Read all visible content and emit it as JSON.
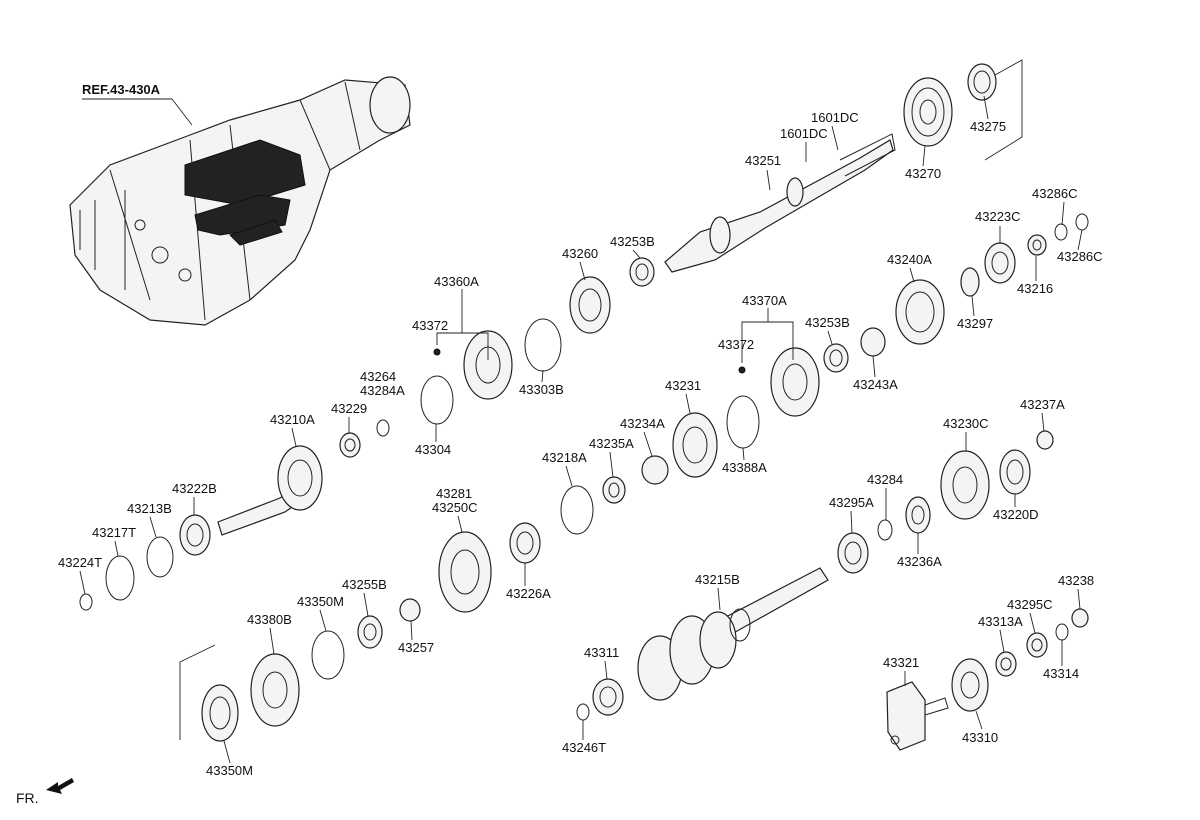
{
  "diagram": {
    "ref_label": "REF.43-430A",
    "direction_label": "FR.",
    "part_labels": [
      {
        "id": "p1",
        "text": "43275"
      },
      {
        "id": "p2",
        "text": "1601DC"
      },
      {
        "id": "p3",
        "text": "1601DC"
      },
      {
        "id": "p4",
        "text": "43251"
      },
      {
        "id": "p5",
        "text": "43270"
      },
      {
        "id": "p6",
        "text": "43286C"
      },
      {
        "id": "p7",
        "text": "43223C"
      },
      {
        "id": "p8",
        "text": "43286C"
      },
      {
        "id": "p9",
        "text": "43216"
      },
      {
        "id": "p10",
        "text": "43253B"
      },
      {
        "id": "p11",
        "text": "43260"
      },
      {
        "id": "p12",
        "text": "43240A"
      },
      {
        "id": "p13",
        "text": "43297"
      },
      {
        "id": "p14",
        "text": "43360A"
      },
      {
        "id": "p15",
        "text": "43372"
      },
      {
        "id": "p16",
        "text": "43303B"
      },
      {
        "id": "p17",
        "text": "43370A"
      },
      {
        "id": "p18",
        "text": "43253B"
      },
      {
        "id": "p19",
        "text": "43372"
      },
      {
        "id": "p20",
        "text": "43243A"
      },
      {
        "id": "p21",
        "text": "43264"
      },
      {
        "id": "p22",
        "text": "43284A"
      },
      {
        "id": "p23",
        "text": "43229"
      },
      {
        "id": "p24",
        "text": "43210A"
      },
      {
        "id": "p25",
        "text": "43304"
      },
      {
        "id": "p26",
        "text": "43231"
      },
      {
        "id": "p27",
        "text": "43234A"
      },
      {
        "id": "p28",
        "text": "43388A"
      },
      {
        "id": "p29",
        "text": "43235A"
      },
      {
        "id": "p30",
        "text": "43218A"
      },
      {
        "id": "p31",
        "text": "43237A"
      },
      {
        "id": "p32",
        "text": "43230C"
      },
      {
        "id": "p33",
        "text": "43222B"
      },
      {
        "id": "p34",
        "text": "43213B"
      },
      {
        "id": "p35",
        "text": "43217T"
      },
      {
        "id": "p36",
        "text": "43224T"
      },
      {
        "id": "p37",
        "text": "43281"
      },
      {
        "id": "p38",
        "text": "43250C"
      },
      {
        "id": "p39",
        "text": "43226A"
      },
      {
        "id": "p40",
        "text": "43284"
      },
      {
        "id": "p41",
        "text": "43295A"
      },
      {
        "id": "p42",
        "text": "43220D"
      },
      {
        "id": "p43",
        "text": "43236A"
      },
      {
        "id": "p44",
        "text": "43255B"
      },
      {
        "id": "p45",
        "text": "43350M"
      },
      {
        "id": "p46",
        "text": "43380B"
      },
      {
        "id": "p47",
        "text": "43257"
      },
      {
        "id": "p48",
        "text": "43215B"
      },
      {
        "id": "p49",
        "text": "43238"
      },
      {
        "id": "p50",
        "text": "43295C"
      },
      {
        "id": "p51",
        "text": "43313A"
      },
      {
        "id": "p52",
        "text": "43314"
      },
      {
        "id": "p53",
        "text": "43311"
      },
      {
        "id": "p54",
        "text": "43321"
      },
      {
        "id": "p55",
        "text": "43310"
      },
      {
        "id": "p56",
        "text": "43246T"
      },
      {
        "id": "p57",
        "text": "43350M"
      }
    ]
  }
}
